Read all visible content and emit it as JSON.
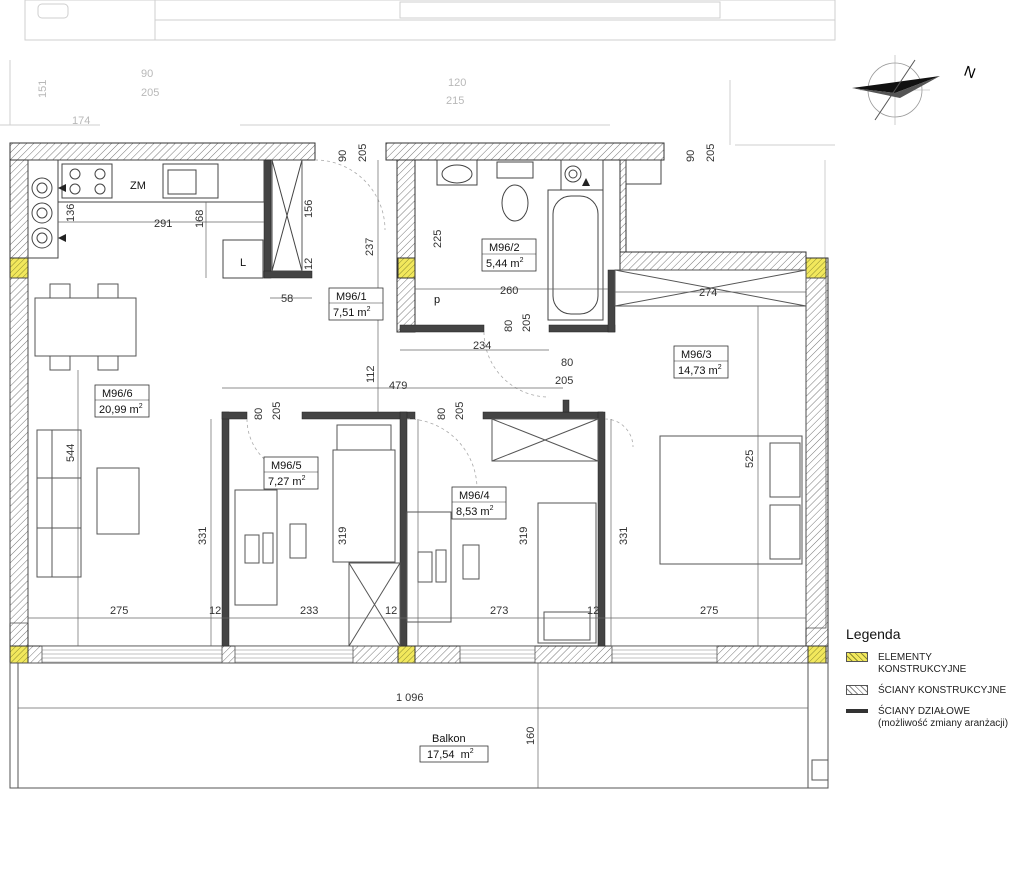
{
  "north_label": "N",
  "rooms": [
    {
      "id": "M96/1",
      "area": "7,51"
    },
    {
      "id": "M96/2",
      "area": "5,44"
    },
    {
      "id": "M96/3",
      "area": "14,73"
    },
    {
      "id": "M96/4",
      "area": "8,53"
    },
    {
      "id": "M96/5",
      "area": "7,27"
    },
    {
      "id": "M96/6",
      "area": "20,99"
    }
  ],
  "area_unit": "m",
  "area_unit_exp": "2",
  "balcony": {
    "label": "Balkon",
    "area": "17,54"
  },
  "kitchen_label": "ZM",
  "toilet_label": "L",
  "sink_label": "p",
  "dimensions": {
    "top_faint": [
      "90",
      "205",
      "151",
      "120",
      "215",
      "174"
    ],
    "top_left_90": "90",
    "top_left_205": "205",
    "top_right_90": "90",
    "top_right_205": "205",
    "d136": "136",
    "d291": "291",
    "d168": "168",
    "d156": "156",
    "d12a": "12",
    "d58": "58",
    "d237": "237",
    "d225": "225",
    "d260": "260",
    "d274": "274",
    "d80a": "80",
    "d205a": "205",
    "d234": "234",
    "d80b": "80",
    "d205b": "205",
    "d112": "112",
    "d479": "479",
    "d80c": "80",
    "d205c": "205",
    "d80d": "80",
    "d205d": "205",
    "d544": "544",
    "d331a": "331",
    "d319a": "319",
    "d319b": "319",
    "d331b": "331",
    "d525": "525",
    "d275a": "275",
    "d12b": "12",
    "d233": "233",
    "d12c": "12",
    "d273": "273",
    "d12d": "12",
    "d275b": "275",
    "d1096": "1 096",
    "d160": "160"
  },
  "legend": {
    "title": "Legenda",
    "items": [
      {
        "label": "ELEMENTY KONSTRUKCYJNE"
      },
      {
        "label": "ŚCIANY KONSTRUKCYJNE"
      },
      {
        "label": "ŚCIANY DZIAŁOWE (możliwość zmiany aranżacji)"
      }
    ]
  },
  "colors": {
    "structural": "#f2e85c",
    "wall": "#444444"
  }
}
